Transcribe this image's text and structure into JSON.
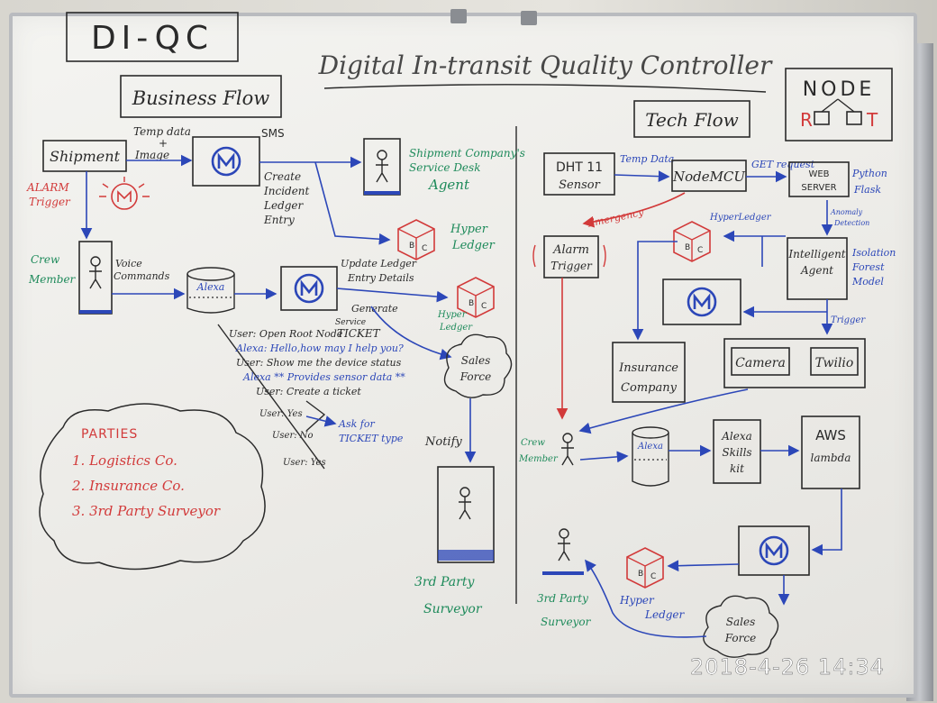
{
  "board": {
    "logo": "DI-QC",
    "title": "Digital In-transit Quality Controller",
    "node_root": {
      "top": "NODE",
      "bottom_left": "R",
      "bottom_right": "T"
    }
  },
  "business_flow": {
    "header": "Business Flow",
    "shipment": "Shipment",
    "temp_data": "Temp data",
    "plus": "+",
    "image": "Image",
    "sms": "SMS",
    "create_steps": [
      "Create",
      "Incident",
      "Ledger",
      "Entry"
    ],
    "alarm_trigger": [
      "ALARM",
      "Trigger"
    ],
    "shipment_agent": [
      "Shipment Company's",
      "Service Desk",
      "Agent"
    ],
    "hyper_ledger_1": [
      "Hyper",
      "Ledger"
    ],
    "crew_member": [
      "Crew",
      "Member"
    ],
    "voice_commands": [
      "Voice",
      "Commands"
    ],
    "alexa": "Alexa",
    "update_ledger": [
      "Update Ledger",
      "Entry Details"
    ],
    "generate_ticket": [
      "Generate",
      "Service",
      "TICKET"
    ],
    "hyper_ledger_2": [
      "Hyper",
      "Ledger"
    ],
    "sales_force": [
      "Sales",
      "Force"
    ],
    "notify": "Notify",
    "third_party": [
      "3rd Party",
      "Surveyor"
    ],
    "dialog": [
      {
        "text": "User: Open Root Node",
        "color": "black"
      },
      {
        "text": "Alexa: Hello,how may I help you?",
        "color": "blue"
      },
      {
        "text": "User: Show me the device status",
        "color": "black"
      },
      {
        "text": "Alexa ** Provides sensor data **",
        "color": "blue"
      },
      {
        "text": "User: Create a ticket",
        "color": "black"
      },
      {
        "text": "User: Yes",
        "color": "black"
      },
      {
        "text": "User: No",
        "color": "black"
      },
      {
        "text": "User: Yes",
        "color": "black"
      }
    ],
    "ask_ticket": [
      "Ask for",
      "TICKET type"
    ],
    "parties": {
      "title": "PARTIES",
      "items": [
        "1. Logistics Co.",
        "2. Insurance Co.",
        "3. 3rd Party Surveyor"
      ]
    }
  },
  "tech_flow": {
    "header": "Tech Flow",
    "dht_sensor": [
      "DHT 11",
      "Sensor"
    ],
    "temp_data": "Temp Data",
    "nodemcu": "NodeMCU",
    "get_request": "GET request",
    "web_server": [
      "WEB",
      "SERVER"
    ],
    "python_flask": [
      "Python",
      "Flask"
    ],
    "anomaly_detection": [
      "Anomaly",
      "Detection"
    ],
    "emergency": "Emergency",
    "alarm_trigger": [
      "Alarm",
      "Trigger"
    ],
    "hyper_ledger_top": "HyperLedger",
    "intelligent_agent": [
      "Intelligent",
      "Agent"
    ],
    "isolation_forest": [
      "Isolation",
      "Forest",
      "Model"
    ],
    "trigger": "Trigger",
    "insurance_company": [
      "Insurance",
      "Company"
    ],
    "camera": "Camera",
    "twilio": "Twilio",
    "crew_member": [
      "Crew",
      "Member"
    ],
    "alexa": "Alexa",
    "alexa_skills": [
      "Alexa",
      "Skills",
      "kit"
    ],
    "aws_lambda": [
      "AWS",
      "lambda"
    ],
    "third_party": [
      "3rd Party",
      "Surveyor"
    ],
    "hyper_ledger_bottom": [
      "Hyper",
      "Ledger"
    ],
    "sales_force": [
      "Sales",
      "Force"
    ]
  },
  "timestamp": "2018-4-26 14:34",
  "colors": {
    "ink_black": "#2a2a2a",
    "ink_blue": "#2c47b8",
    "ink_green": "#1d8a5a",
    "ink_red": "#d23a3a"
  }
}
